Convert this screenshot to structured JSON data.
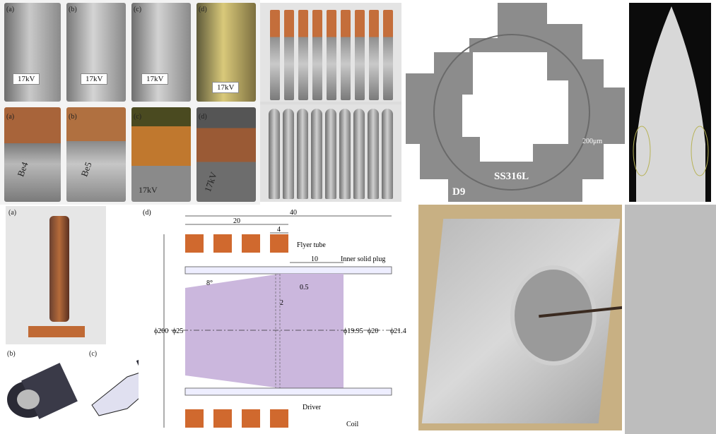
{
  "panel_a_top": {
    "labels": [
      "(a)",
      "(b)",
      "(c)",
      "(d)"
    ],
    "voltage": "17kV"
  },
  "panel_a_bottom": {
    "labels": [
      "(a)",
      "(b)",
      "(c)",
      "(d)"
    ],
    "handwritten": [
      "Be4",
      "Be5",
      "17kV",
      "17kV"
    ]
  },
  "micrograph": {
    "material_inner": "SS316L",
    "material_outer": "D9",
    "scale": "200μm"
  },
  "setup": {
    "photo_label": "(a)",
    "render_b_label": "(b)",
    "render_c_label": "(c)"
  },
  "diagram": {
    "label": "(d)",
    "dim_40": "40",
    "dim_20": "20",
    "dim_4": "4",
    "dim_10": "10",
    "flyer_tube": "Flyer tube",
    "inner_plug": "Inner solid plug",
    "angle": "8°",
    "gap": "0.5",
    "dim_2": "2",
    "phi200": "ϕ200",
    "phi25": "ϕ25",
    "phi1995": "ϕ19.95",
    "phi20": "ϕ20",
    "phi214": "ϕ21.4",
    "driver": "Driver",
    "coil": "Coil"
  }
}
